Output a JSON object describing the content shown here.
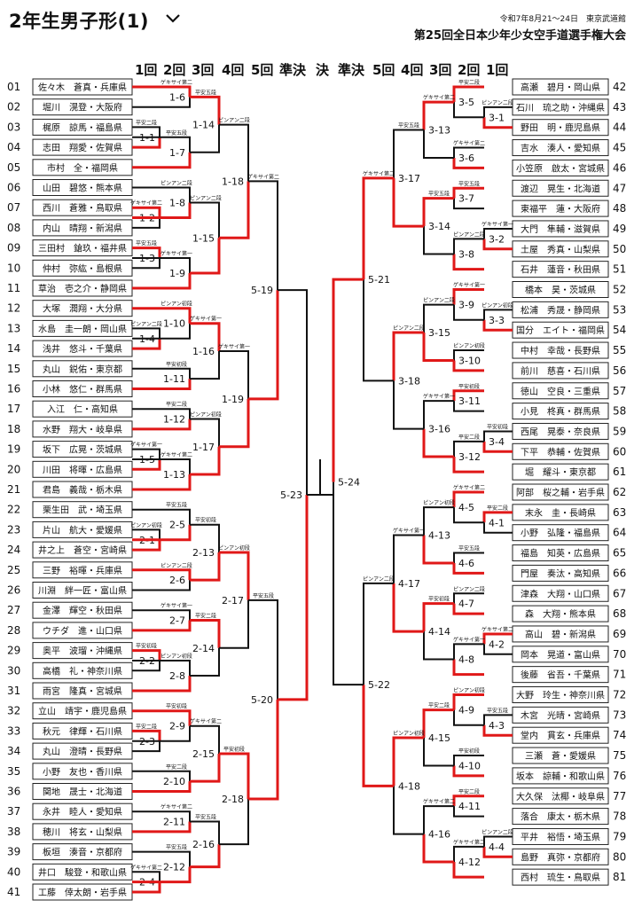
{
  "header": {
    "title": "2年生男子形(1)",
    "date_venue": "令和7年8月21〜24日　東京武道館",
    "event": "第25回全日本少年少女空手道選手権大会"
  },
  "rounds": {
    "left": [
      "1回",
      "2回",
      "3回",
      "4回",
      "5回",
      "準決"
    ],
    "center": "決",
    "right": [
      "準決",
      "5回",
      "4回",
      "3回",
      "2回",
      "1回"
    ]
  },
  "left_players": [
    "佐々木　蒼真・兵庫県",
    "堀川　滉登・大阪府",
    "梶原　諒馬・福島県",
    "志田　翔愛・佐賀県",
    "市村　全・福岡県",
    "山田　碧悠・熊本県",
    "西川　蒼雅・鳥取県",
    "内山　晴翔・新潟県",
    "三田村　鎗玖・福井県",
    "仲村　弥紘・島根県",
    "草治　壱之介・静岡県",
    "大塚　潤翔・大分県",
    "水島　圭一朗・岡山県",
    "浅井　悠斗・千葉県",
    "丸山　鋭佑・東京都",
    "小林　悠仁・群馬県",
    "入江　仁・高知県",
    "水野　翔大・岐阜県",
    "坂下　広晃・茨城県",
    "川田　将暉・広島県",
    "君島　義哉・栃木県",
    "栗生田　武・埼玉県",
    "片山　航大・愛媛県",
    "井之上　蒼空・宮崎県",
    "三野　裕暉・兵庫県",
    "川淵　絆一匠・富山県",
    "金澤　輝空・秋田県",
    "ウチダ　進・山口県",
    "奥平　波瑠・沖縄県",
    "高橋　礼・神奈川県",
    "雨宮　隆真・宮城県",
    "立山　靖宇・鹿児島県",
    "秋元　律輝・石川県",
    "丸山　澄晴・長野県",
    "小野　友也・香川県",
    "関地　晟士・北海道",
    "永井　睦人・愛知県",
    "穂川　将玄・山梨県",
    "板垣　湊音・京都府",
    "井口　駿登・和歌山県",
    "工藤　倖太朗・岩手県"
  ],
  "right_players": [
    "高瀬　碧月・岡山県",
    "石川　琉之助・沖縄県",
    "野田　明・鹿児島県",
    "吉水　湊人・愛知県",
    "小笠原　啟太・宮城県",
    "渡辺　晃生・北海道",
    "東福平　蓮・大阪府",
    "大門　隼輔・滋賀県",
    "土屋　秀真・山梨県",
    "石井　蓮音・秋田県",
    "橋本　昊・茨城県",
    "松浦　秀晟・静岡県",
    "国分　エイト・福岡県",
    "中村　幸哉・長野県",
    "前川　慈喜・石川県",
    "徳山　空良・三重県",
    "小見　柊真・群馬県",
    "西尾　晃泰・奈良県",
    "下平　恭輔・佐賀県",
    "堀　耀斗・東京都",
    "阿部　桜之輔・岩手県",
    "末永　圭・長崎県",
    "小野　弘隆・福島県",
    "福島　知英・広島県",
    "門屋　奏汰・高知県",
    "津森　大翔・山口県",
    "森　大翔・熊本県",
    "高山　碧・新潟県",
    "岡本　晃道・富山県",
    "後藤　省吾・千葉県",
    "大野　玲生・神奈川県",
    "木宮　光晴・宮崎県",
    "堂内　貫玄・兵庫県",
    "三瀬　蒼・愛媛県",
    "坂本　諒輔・和歌山県",
    "大久保　汰椰・岐阜県",
    "落合　康太・栃木県",
    "平井　裕悟・埼玉県",
    "島野　真弥・京都府",
    "西村　琉生・鳥取県"
  ],
  "left_nums": [
    "01",
    "02",
    "03",
    "04",
    "05",
    "06",
    "07",
    "08",
    "09",
    "10",
    "11",
    "12",
    "13",
    "14",
    "15",
    "16",
    "17",
    "18",
    "19",
    "20",
    "21",
    "22",
    "23",
    "24",
    "25",
    "26",
    "27",
    "28",
    "29",
    "30",
    "31",
    "32",
    "33",
    "34",
    "35",
    "36",
    "37",
    "38",
    "39",
    "40",
    "41"
  ],
  "right_nums": [
    "42",
    "43",
    "44",
    "45",
    "46",
    "47",
    "48",
    "49",
    "50",
    "51",
    "52",
    "53",
    "54",
    "55",
    "56",
    "57",
    "58",
    "59",
    "60",
    "61",
    "62",
    "63",
    "64",
    "65",
    "66",
    "67",
    "68",
    "69",
    "70",
    "71",
    "72",
    "73",
    "74",
    "75",
    "76",
    "77",
    "78",
    "79",
    "80",
    "81"
  ],
  "match_labels": {
    "L1": [
      "1-1",
      "1-2",
      "1-3",
      "1-4",
      "1-5",
      "2-1",
      "2-2",
      "2-3",
      "2-4"
    ],
    "L2": [
      "1-6",
      "1-7",
      "1-8",
      "1-9",
      "1-10",
      "1-11",
      "1-12",
      "1-13",
      "2-5",
      "2-6",
      "2-7",
      "2-8",
      "2-9",
      "2-10",
      "2-11",
      "2-12"
    ],
    "L3": [
      "1-14",
      "1-15",
      "1-16",
      "1-17",
      "2-13",
      "2-14",
      "2-15",
      "2-16"
    ],
    "L4": [
      "1-18",
      "1-19",
      "2-17",
      "2-18"
    ],
    "L5": [
      "5-19",
      "5-20"
    ],
    "LS": "5-23",
    "RS": "5-24",
    "R5": [
      "5-21",
      "5-22"
    ],
    "R4": [
      "3-17",
      "3-18",
      "4-17",
      "4-18"
    ],
    "R3": [
      "3-13",
      "3-14",
      "3-15",
      "3-16",
      "4-13",
      "4-14",
      "4-15",
      "4-16"
    ],
    "R2": [
      "3-5",
      "3-6",
      "3-7",
      "3-8",
      "3-9",
      "3-10",
      "3-11",
      "3-12",
      "4-5",
      "4-6",
      "4-7",
      "4-8",
      "4-9",
      "4-10",
      "4-11",
      "4-12"
    ],
    "R1": [
      "3-1",
      "3-2",
      "3-3",
      "3-4",
      "4-1",
      "4-2",
      "4-3",
      "4-4"
    ]
  },
  "tech_labels": [
    "平安二段",
    "ゲキサイ第二",
    "平安五段",
    "ピンアン二段",
    "ゲキサイ第一",
    "ピンアン初段",
    "平安初段"
  ]
}
